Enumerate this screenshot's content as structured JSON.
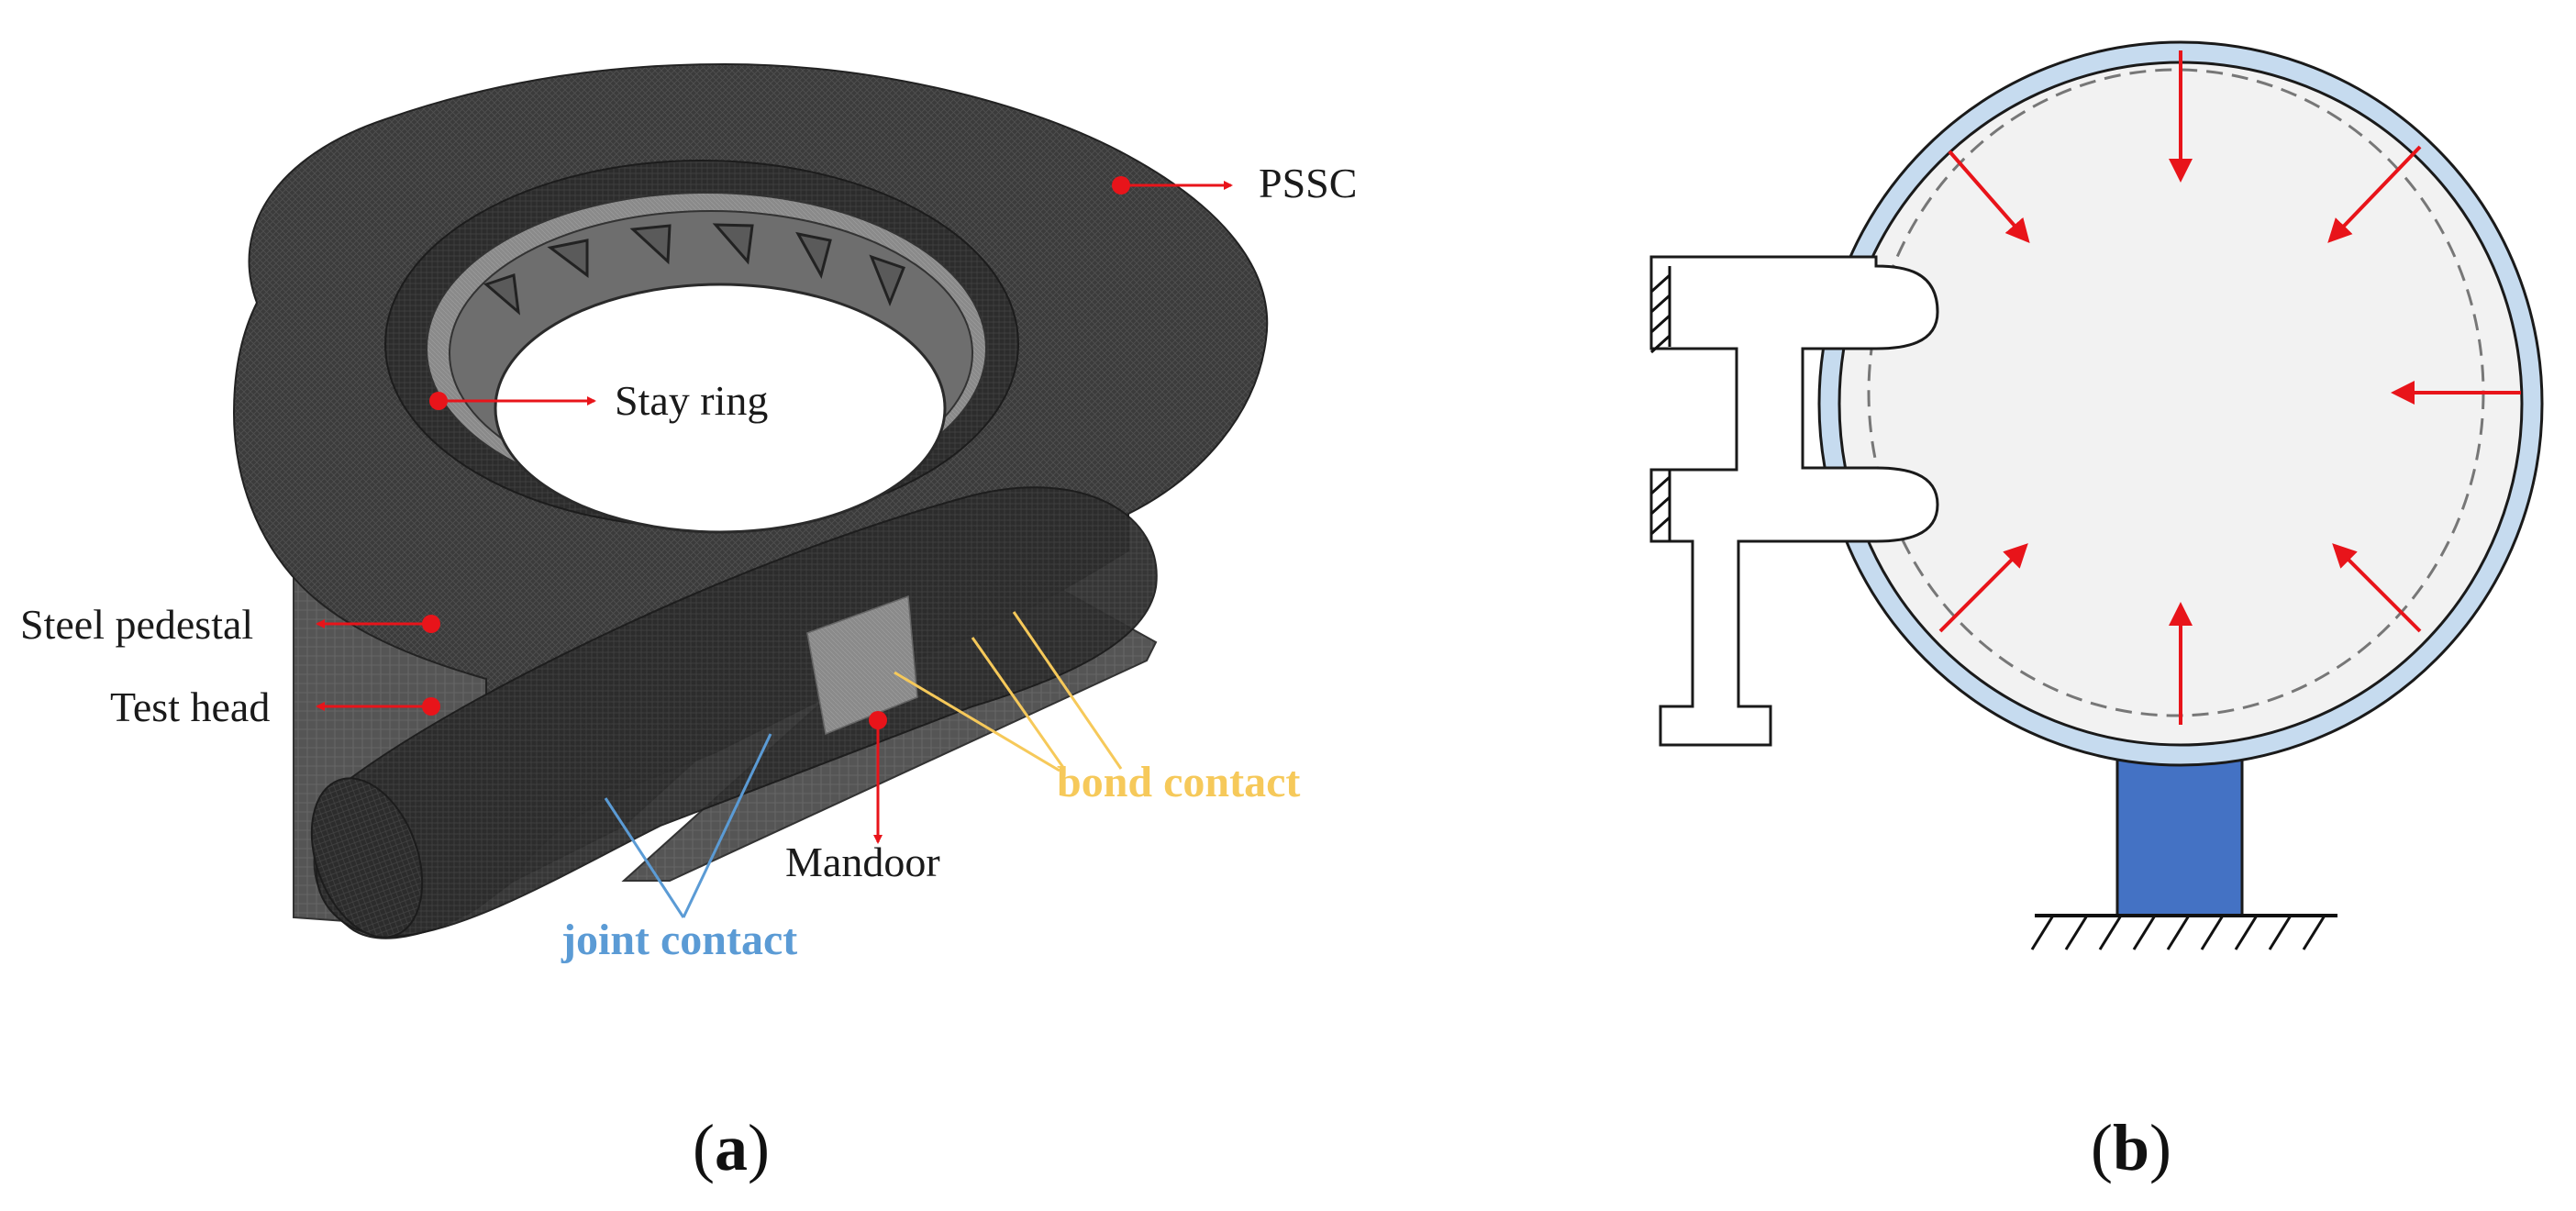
{
  "panel_a": {
    "labels": {
      "pssc": "PSSC",
      "stay_ring": "Stay ring",
      "steel_pedestal": "Steel pedestal",
      "test_head": "Test head",
      "bond_contact": "bond contact",
      "mandoor": "Mandoor",
      "joint_contact": "joint contact"
    },
    "caption": {
      "open": "(",
      "letter": "a",
      "close": ")"
    }
  },
  "panel_b": {
    "caption": {
      "open": "(",
      "letter": "b",
      "close": ")"
    }
  },
  "colors": {
    "mesh": "#3a3a3a",
    "arrow_red": "#e8141a",
    "bond_yellow": "#f6c95a",
    "joint_blue": "#5b9bd5",
    "shell_light_blue": "#c6dbef",
    "pedestal_blue": "#4472c4",
    "interior_grey": "#f2f2f2"
  }
}
